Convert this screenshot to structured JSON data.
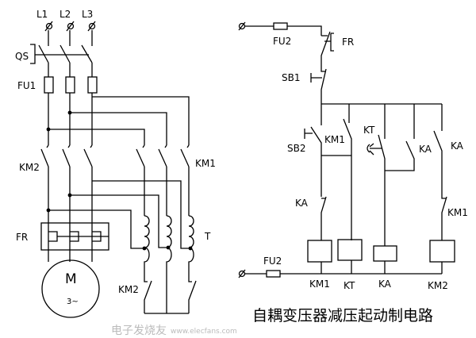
{
  "power_circuit": {
    "phases": [
      "L1",
      "L2",
      "L3"
    ],
    "switch_label": "QS",
    "fuse_label": "FU1",
    "contactor_run_label": "KM1",
    "contactor_start_label": "KM2",
    "overload_label": "FR",
    "motor_label": "M",
    "motor_type": "3~",
    "transformer_label": "T",
    "star_contact_label": "KM2"
  },
  "control_circuit": {
    "fuse_top_label": "FU2",
    "fuse_bottom_label": "FU2",
    "overload_contact_label": "FR",
    "stop_button_label": "SB1",
    "start_button_label": "SB2",
    "km1_contact_label": "KM1",
    "kt_contact_label": "KT",
    "ka_contact_label_1": "KA",
    "ka_contact_label_2": "KA",
    "ka_nc_label": "KA",
    "km1_nc_label": "KM1",
    "coils": [
      "KM1",
      "KT",
      "KA",
      "KM2"
    ]
  },
  "caption": "自耦变压器减压起动制电路",
  "watermark": {
    "text": "电子发烧友",
    "url": "www.elecfans.com"
  }
}
